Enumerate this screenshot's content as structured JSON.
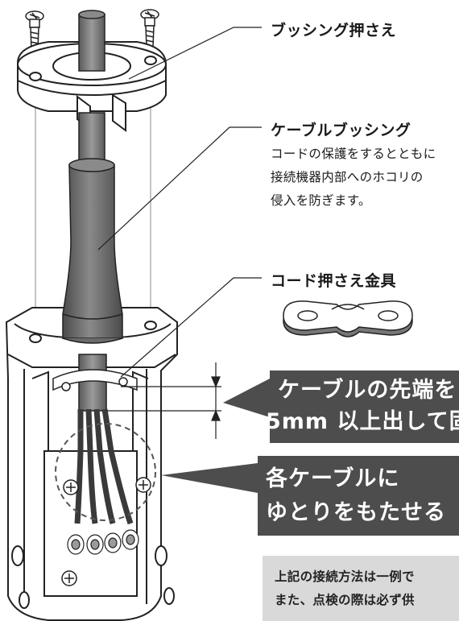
{
  "labels": {
    "bushing_retainer": "ブッシング押さえ",
    "cable_bushing": "ケーブルブッシング",
    "cable_bushing_desc": [
      "コードの保護をするとともに",
      "接続機器内部へのホコリの",
      "侵入を防ぎます。"
    ],
    "cord_clamp": "コード押さえ金具"
  },
  "callouts": {
    "cable_tip": [
      "ケーブルの先端を",
      "5mm 以上出して固"
    ],
    "cable_slack": [
      "各ケーブルに",
      "ゆとりをもたせる"
    ]
  },
  "note": {
    "lines": [
      "上記の接続方法は一例で",
      "また、点検の際は必ず供"
    ]
  },
  "colors": {
    "callout_bg": "#4d4d4d",
    "note_bg": "#d9d9d9",
    "cable_dark": "#3a3a3a",
    "bushing_gray": "#6e6e6e"
  }
}
